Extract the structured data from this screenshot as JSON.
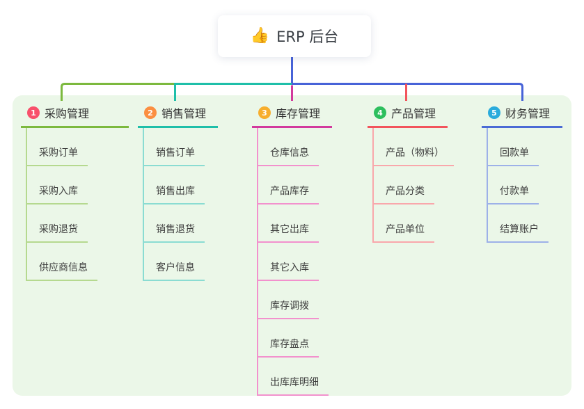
{
  "root": {
    "icon": "👍",
    "title": "ERP 后台"
  },
  "colors": {
    "bus_blue": "#4763d8",
    "panel_bg": "#ebf7e8"
  },
  "branches": [
    {
      "num": "1",
      "label": "采购管理",
      "color": "#7cb93e",
      "light": "#b5d98f",
      "badge": "#f8506b",
      "children": [
        "采购订单",
        "采购入库",
        "采购退货",
        "供应商信息"
      ]
    },
    {
      "num": "2",
      "label": "销售管理",
      "color": "#1fbfa9",
      "light": "#8adcd2",
      "badge": "#fb8f41",
      "children": [
        "销售订单",
        "销售出库",
        "销售退货",
        "客户信息"
      ]
    },
    {
      "num": "3",
      "label": "库存管理",
      "color": "#d23a9d",
      "light": "#f291cd",
      "badge": "#f7ae2d",
      "children": [
        "仓库信息",
        "产品库存",
        "其它出库",
        "其它入库",
        "库存调拨",
        "库存盘点",
        "出库库明细"
      ]
    },
    {
      "num": "4",
      "label": "产品管理",
      "color": "#f2545c",
      "light": "#f9a7ab",
      "badge": "#2dbf5e",
      "children": [
        "产品（物料）",
        "产品分类",
        "产品单位"
      ]
    },
    {
      "num": "5",
      "label": "财务管理",
      "color": "#4b6bd5",
      "light": "#9db1e8",
      "badge": "#2aabdc",
      "children": [
        "回款单",
        "付款单",
        "结算账户"
      ]
    }
  ]
}
